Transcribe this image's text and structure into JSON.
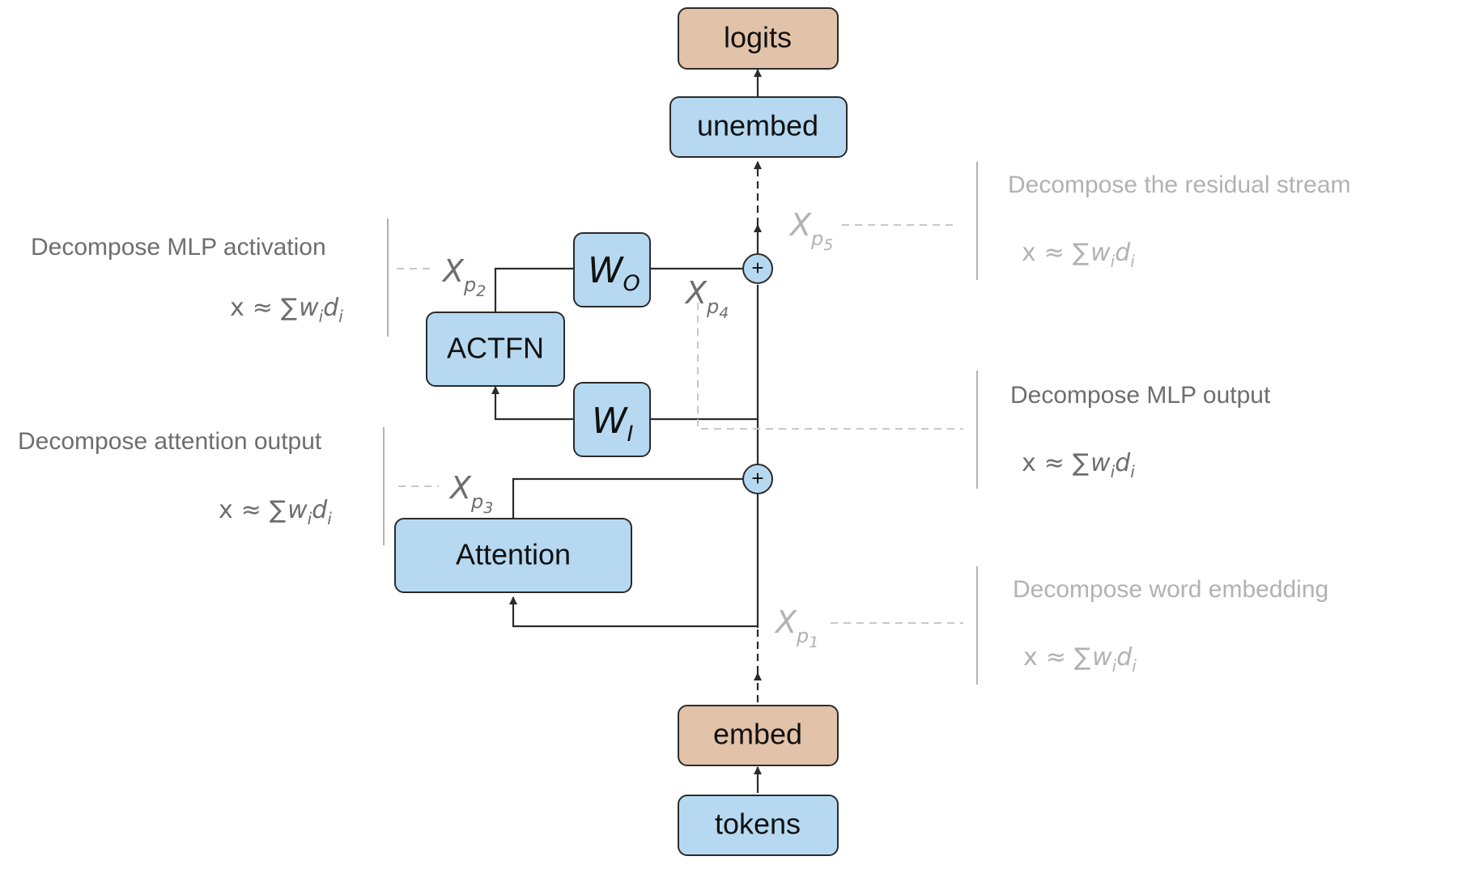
{
  "colors": {
    "blue_box": "#b6d9f1",
    "tan_box": "#e2c2a8",
    "stroke": "#2b2b2b",
    "dark_gray_text": "#6e6e6e",
    "light_gray_text": "#b2b2b2",
    "dashed_light": "#c8c8c8"
  },
  "boxes": {
    "logits": "logits",
    "unembed": "unembed",
    "embed": "embed",
    "tokens": "tokens",
    "attention": "Attention",
    "actfn": "ACTFN",
    "wo_main": "W",
    "wo_sub": "O",
    "wi_main": "W",
    "wi_sub": "I"
  },
  "operators": {
    "residual_add": "+"
  },
  "points": {
    "p1": {
      "main": "X",
      "sub": "p",
      "index": "1"
    },
    "p2": {
      "main": "X",
      "sub": "p",
      "index": "2"
    },
    "p3": {
      "main": "X",
      "sub": "p",
      "index": "3"
    },
    "p4": {
      "main": "X",
      "sub": "p",
      "index": "4"
    },
    "p5": {
      "main": "X",
      "sub": "p",
      "index": "5"
    }
  },
  "annotations": {
    "mlp_activation": {
      "title": "Decompose MLP activation"
    },
    "attention_output": {
      "title": "Decompose attention output"
    },
    "residual_stream": {
      "title": "Decompose the residual stream"
    },
    "mlp_output": {
      "title": "Decompose MLP output"
    },
    "word_embedding": {
      "title": "Decompose word embedding"
    }
  },
  "formula": {
    "lhs": "x",
    "approx": "≈",
    "sum": "∑",
    "w": "w",
    "i": "i",
    "d": "d"
  }
}
